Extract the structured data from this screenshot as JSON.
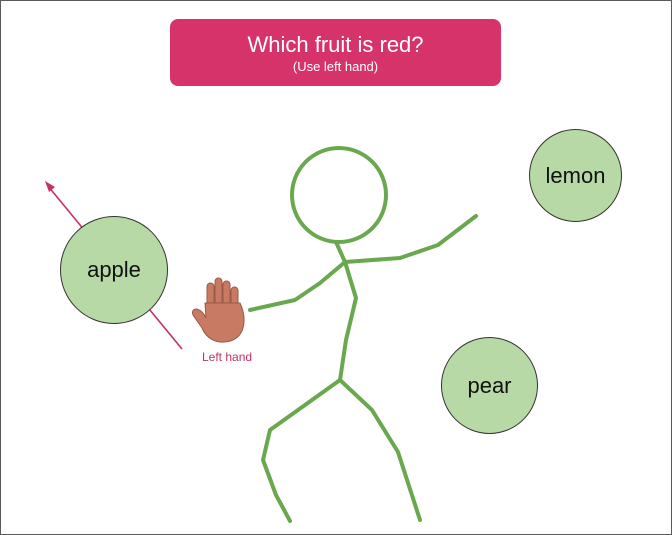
{
  "question": {
    "title": "Which fruit is red?",
    "subtitle": "(Use left hand)"
  },
  "fruits": [
    {
      "label": "apple"
    },
    {
      "label": "lemon"
    },
    {
      "label": "pear"
    }
  ],
  "hand": {
    "label": "Left hand"
  },
  "colors": {
    "banner": "#d6336a",
    "fruit_fill": "#b7d9a6",
    "stick_figure": "#6aa84f",
    "pointer": "#c2335f",
    "hand": "#c87a63"
  }
}
